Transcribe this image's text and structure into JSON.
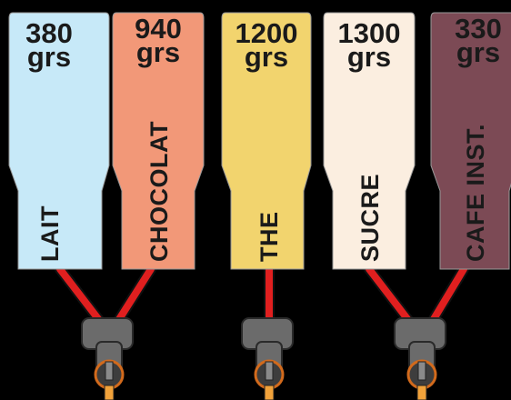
{
  "canisters": [
    {
      "qty": "380",
      "unit": "grs",
      "label": "LAIT",
      "color": "#c7e9f8"
    },
    {
      "qty": "940",
      "unit": "grs",
      "label": "CHOCOLAT",
      "color": "#f29878"
    },
    {
      "qty": "1200",
      "unit": "grs",
      "label": "THE",
      "color": "#f2d46e"
    },
    {
      "qty": "1300",
      "unit": "grs",
      "label": "SUCRE",
      "color": "#fbeee0"
    },
    {
      "qty": "330",
      "unit": "grs",
      "label": "CAFE INST.",
      "color": "#7c4a55"
    }
  ],
  "colors": {
    "background": "#000000",
    "tube": "#e01f1f",
    "mixer_body": "#6b6b6b",
    "text": "#1a1a1a"
  }
}
